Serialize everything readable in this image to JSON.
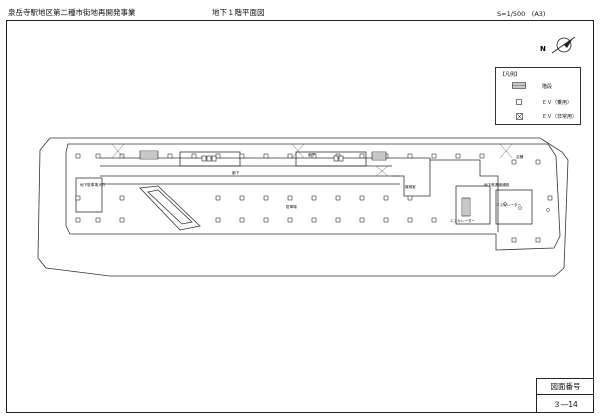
{
  "header": {
    "project": "泉岳寺駅地区第二種市街地再開発事業",
    "floor": "地下１階平面図",
    "scale": "S=1/500　(A3)"
  },
  "compass": {
    "north_label": "N"
  },
  "legend": {
    "title": "【凡例】",
    "items": [
      {
        "icon": "stairs-hatch",
        "label": "階段"
      },
      {
        "icon": "elevator-square",
        "label": "ＥＶ（乗用）"
      },
      {
        "icon": "elevator-cross-square",
        "label": "ＥＶ（非常用）"
      }
    ]
  },
  "plan": {
    "labels": {
      "corridor_upper": "廊下",
      "corridor_lower": "廊下",
      "left_room": "地下駐車場入口",
      "center_room": "駐車場",
      "machine_room": "機械室",
      "right_room": "地下鉄連絡通路",
      "right_top": "店舗",
      "escalator": "エスカレーター",
      "escalator_left": "エスカレーター"
    }
  },
  "titleblock": {
    "label": "図面番号",
    "number": "３―14"
  }
}
